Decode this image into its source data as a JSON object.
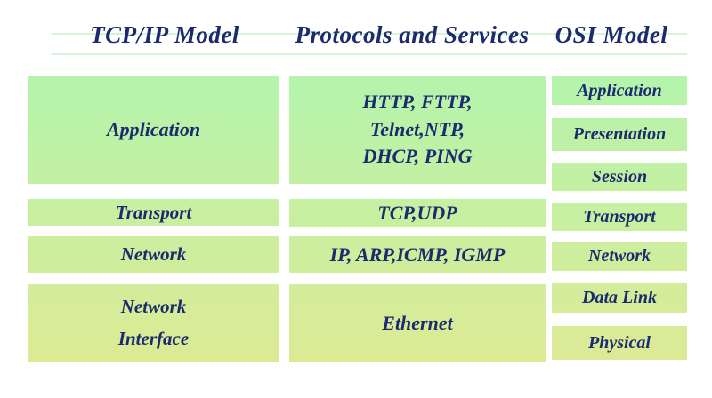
{
  "headers": {
    "tcpip": "TCP/IP Model",
    "protocols": "Protocols and Services",
    "osi": "OSI Model"
  },
  "tcpip_model": {
    "application": "Application",
    "transport": "Transport",
    "network": "Network",
    "network_interface": {
      "line1": "Network",
      "line2": "Interface"
    }
  },
  "protocols_services": {
    "application": {
      "line1": "HTTP, FTTP,",
      "line2": "Telnet,NTP,",
      "line3": "DHCP, PING"
    },
    "transport": "TCP,UDP",
    "network": "IP, ARP,ICMP, IGMP",
    "network_interface": "Ethernet"
  },
  "osi_model": {
    "application": "Application",
    "presentation": "Presentation",
    "session": "Session",
    "transport": "Transport",
    "network": "Network",
    "data_link": "Data Link",
    "physical": "Physical"
  },
  "colors": {
    "text": "#1c2b6e",
    "box_green_top": "#b4f4ac",
    "box_green_bottom": "#dcea95",
    "background": "#ffffff"
  }
}
